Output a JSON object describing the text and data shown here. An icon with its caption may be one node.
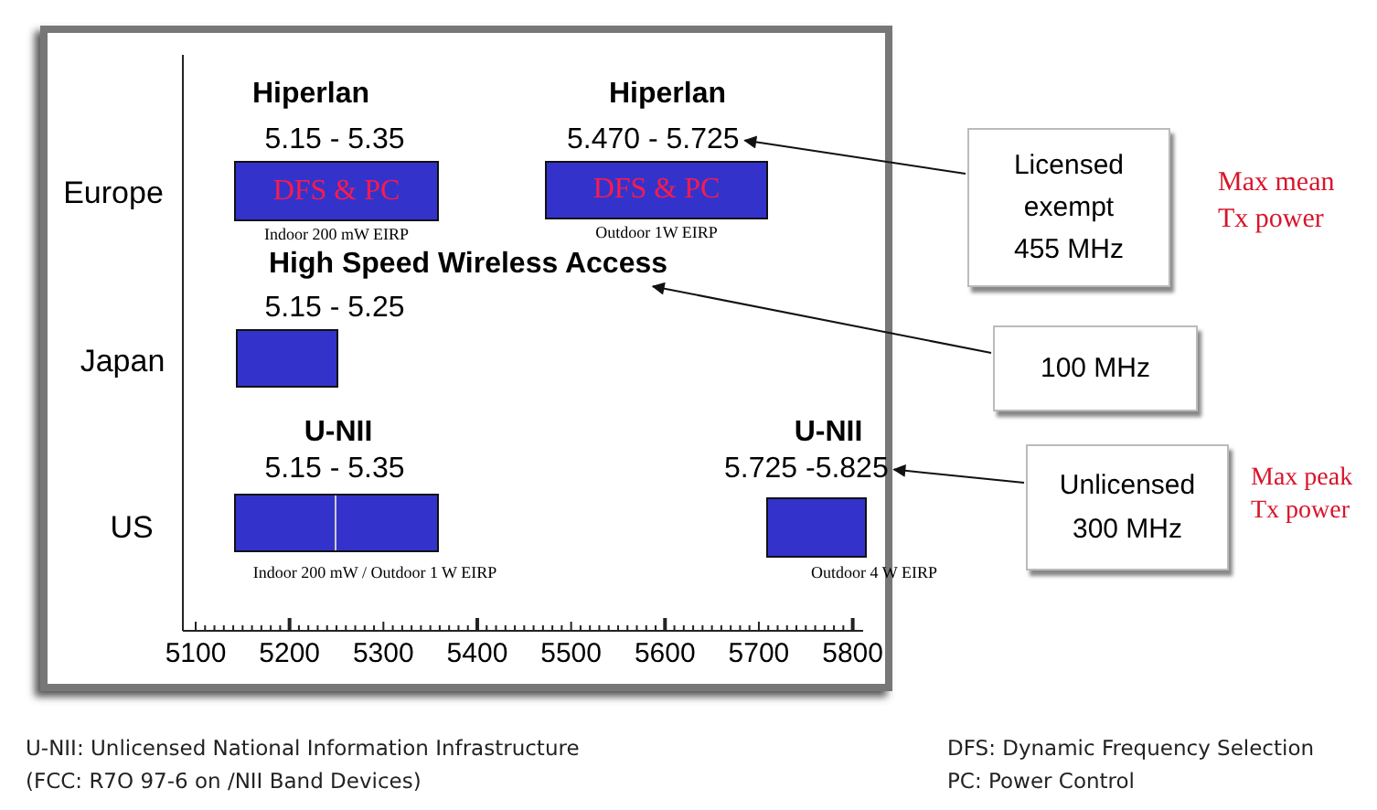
{
  "diagram": {
    "nodes": [
      {
        "text": [
          "DFS & PC"
        ]
      },
      {
        "text": [
          "DFS & PC"
        ]
      },
      {
        "text": [],
        "shape": "bar"
      },
      {
        "text": [],
        "shape": "bar"
      },
      {
        "text": [],
        "shape": "bar"
      },
      {
        "text": [
          "5.470 - 5.725"
        ]
      },
      {
        "text": [
          "5.725 -5.825"
        ]
      },
      {
        "text": [
          "Licensed exempt 455 MHz"
        ]
      },
      {
        "text": [
          "100 MHz"
        ]
      },
      {
        "text": [
          "Unlicensed 300 MHz"
        ]
      },
      {
        "text": [
          "High Speed Wireless Access"
        ]
      }
    ],
    "edges": [
      {
        "from": 7,
        "to": 5,
        "arrow": "to"
      },
      {
        "from": 8,
        "to": 10,
        "arrow": "to"
      },
      {
        "from": 9,
        "to": 6,
        "arrow": "to"
      }
    ],
    "labels": [
      "Hiperlan",
      "Hiperlan",
      "5.15 - 5.35",
      "Europe",
      "Indoor 200 mW EIRP",
      "Outdoor 1W EIRP",
      "5.15 - 5.25",
      "Japan",
      "U-NII",
      "U-NII",
      "5.15 - 5.35",
      "US",
      "Indoor 200 mW / Outdoor 1 W EIRP",
      "Outdoor 4 W EIRP",
      "5100",
      "5200",
      "5300",
      "5400",
      "5500",
      "5600",
      "5700",
      "5800",
      "Max mean Tx power",
      "Max peak Tx power",
      "U-NII: Unlicensed National Information Infrastructure",
      "(FCC: R7O 97-6 on /NII Band Devices)",
      "DFS: Dynamic Frequency Selection",
      "PC: Power Control"
    ]
  }
}
